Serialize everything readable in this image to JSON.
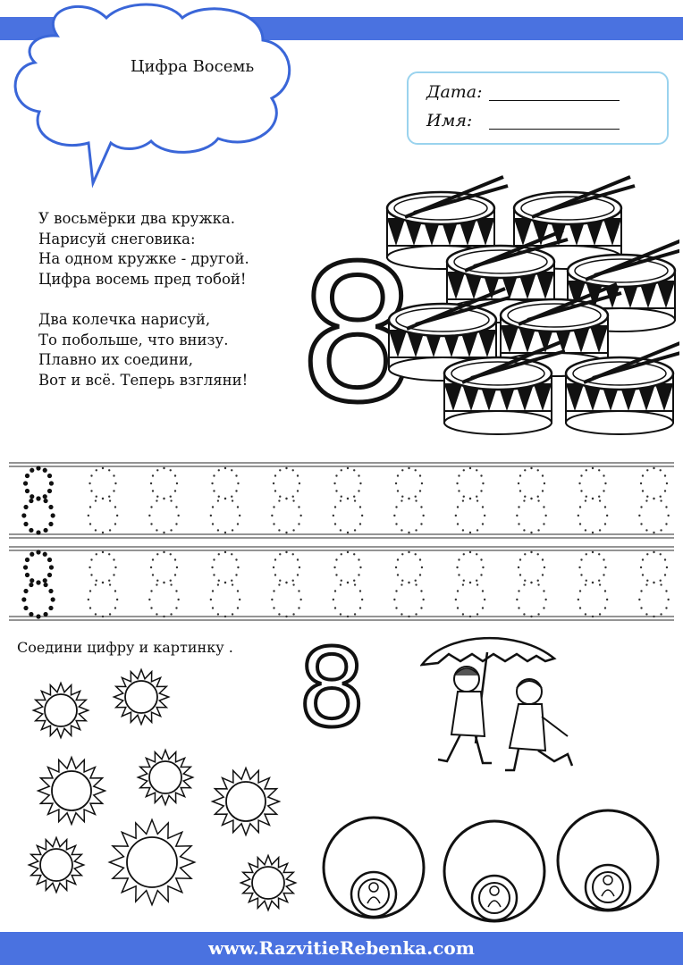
{
  "worksheet": {
    "title": "Цифра Восемь",
    "date_label": "Дата:",
    "name_label": "Имя:",
    "big_digit": "8",
    "poem": [
      [
        "У восьмёрки два кружка.",
        "Нарисуй снеговика:",
        "На одном кружке - другой.",
        "Цифра восемь пред тобой!"
      ],
      [
        "Два колечка нарисуй,",
        "То побольше, что внизу.",
        "Плавно их соедини,",
        "Вот и всё. Теперь взгляни!"
      ]
    ],
    "task": "Соедини цифру и картинку .",
    "task_digit": "8",
    "footer_site": "www.RazvitieRebenka.com"
  },
  "colors": {
    "stripe": "#4a72e0",
    "footer": "#4a72e0",
    "date_box_border": "#9ad3ee",
    "cloud_stroke": "#3a66d8"
  },
  "icons": {
    "drums": "drum-icon",
    "suns": "sun-icon",
    "kids": "children-umbrella-illustration",
    "rings": "ring-icon"
  }
}
